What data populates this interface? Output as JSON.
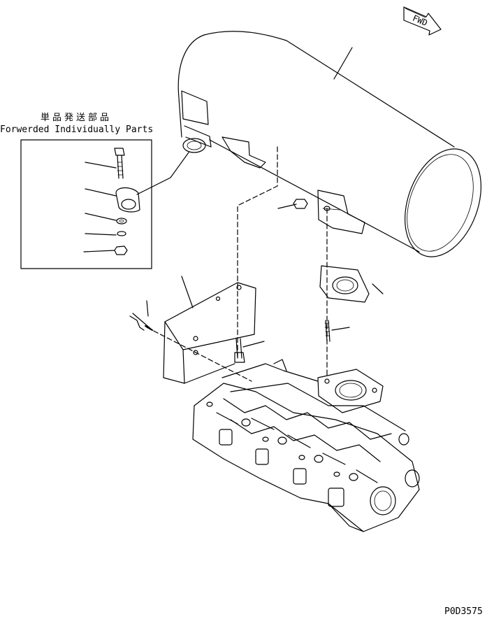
{
  "labels": {
    "fwd": "FWD",
    "kit_title_jp": "単品発送部品",
    "kit_title_en": "Forwerded Individually Parts",
    "drawing_number": "P0D3575"
  }
}
